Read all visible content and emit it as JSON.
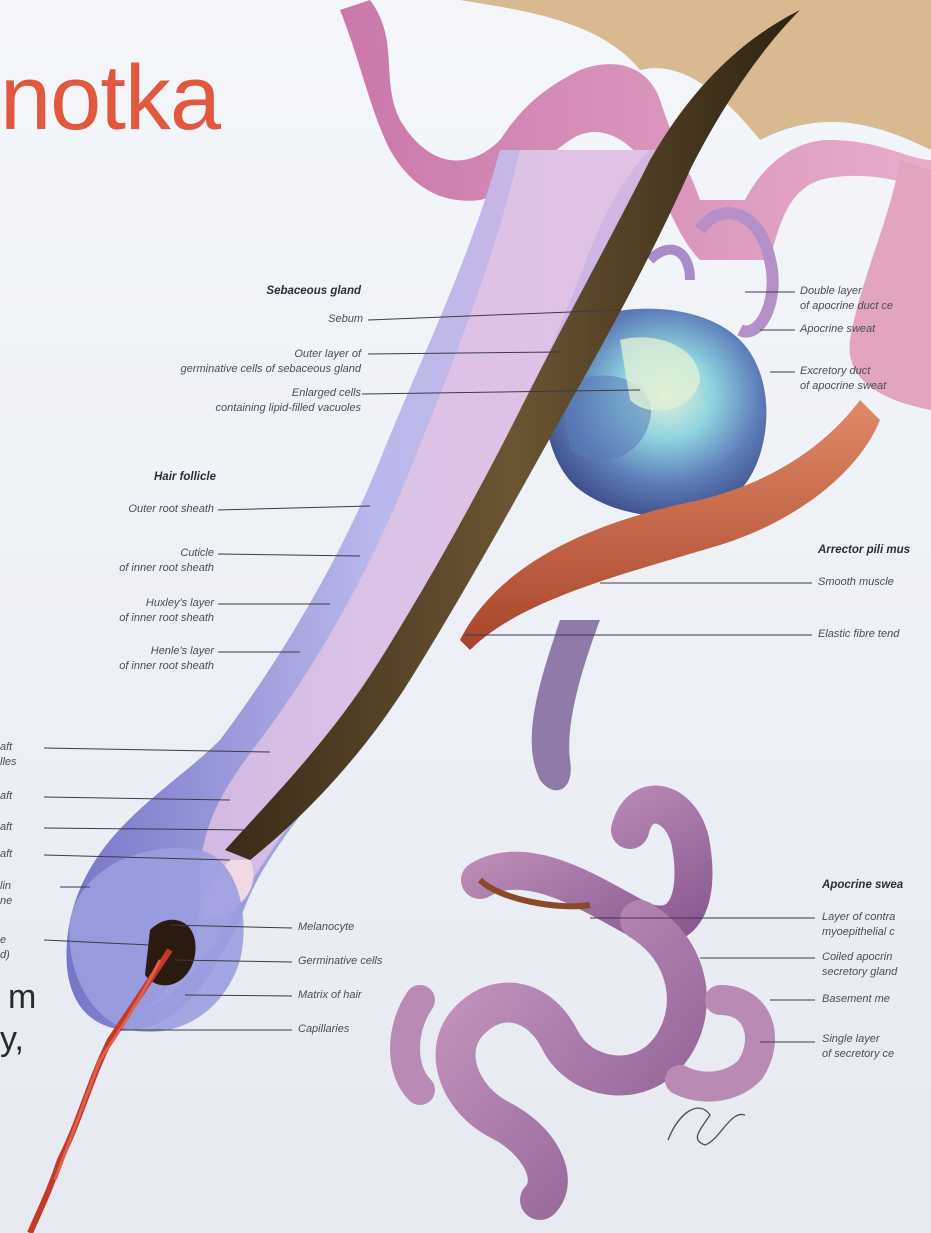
{
  "slide": {
    "title": "notka",
    "fragment_a": "m",
    "fragment_b": "y,"
  },
  "colors": {
    "title": "#e2583e",
    "skin": "#d97fa8",
    "follicle": "#8f8fd6",
    "hair": "#4a3a22",
    "muscle": "#c25a3a",
    "gland": "#6f86b8"
  },
  "sections": {
    "sebaceous": "Sebaceous gland",
    "follicle": "Hair follicle",
    "arrector": "Arrector pili mus",
    "apocrine": "Apocrine swea"
  },
  "labels": {
    "sebum": "Sebum",
    "outer_layer_1": "Outer layer of",
    "outer_layer_2": "germinative cells of sebaceous gland",
    "enlarged_1": "Enlarged cells",
    "enlarged_2": "containing lipid-filled vacuoles",
    "outer_root_sheath": "Outer root sheath",
    "cuticle_1": "Cuticle",
    "cuticle_2": "of inner root sheath",
    "huxley_1": "Huxley's layer",
    "huxley_2": "of inner root sheath",
    "henle_1": "Henle's layer",
    "henle_2": "of inner root sheath",
    "left_1a": "aft",
    "left_1b": "lles",
    "left_2": "aft",
    "left_3": "aft",
    "left_4": "aft",
    "left_5a": "lin",
    "left_5b": "ne",
    "left_6a": "e",
    "left_6b": "d)",
    "melanocyte": "Melanocyte",
    "germinative": "Germinative cells",
    "matrix": "Matrix of hair",
    "capillaries": "Capillaries",
    "double_layer_1": "Double layer",
    "double_layer_2": "of apocrine duct ce",
    "apocrine_sweat": "Apocrine sweat",
    "excretory_1": "Excretory duct",
    "excretory_2": "of apocrine sweat",
    "smooth_muscle": "Smooth muscle",
    "elastic": "Elastic fibre tend",
    "contractile_1": "Layer of contra",
    "contractile_2": "myoepithelial c",
    "coiled_1": "Coiled apocrin",
    "coiled_2": "secretory gland",
    "basement": "Basement me",
    "single_1": "Single layer",
    "single_2": "of secretory ce"
  }
}
